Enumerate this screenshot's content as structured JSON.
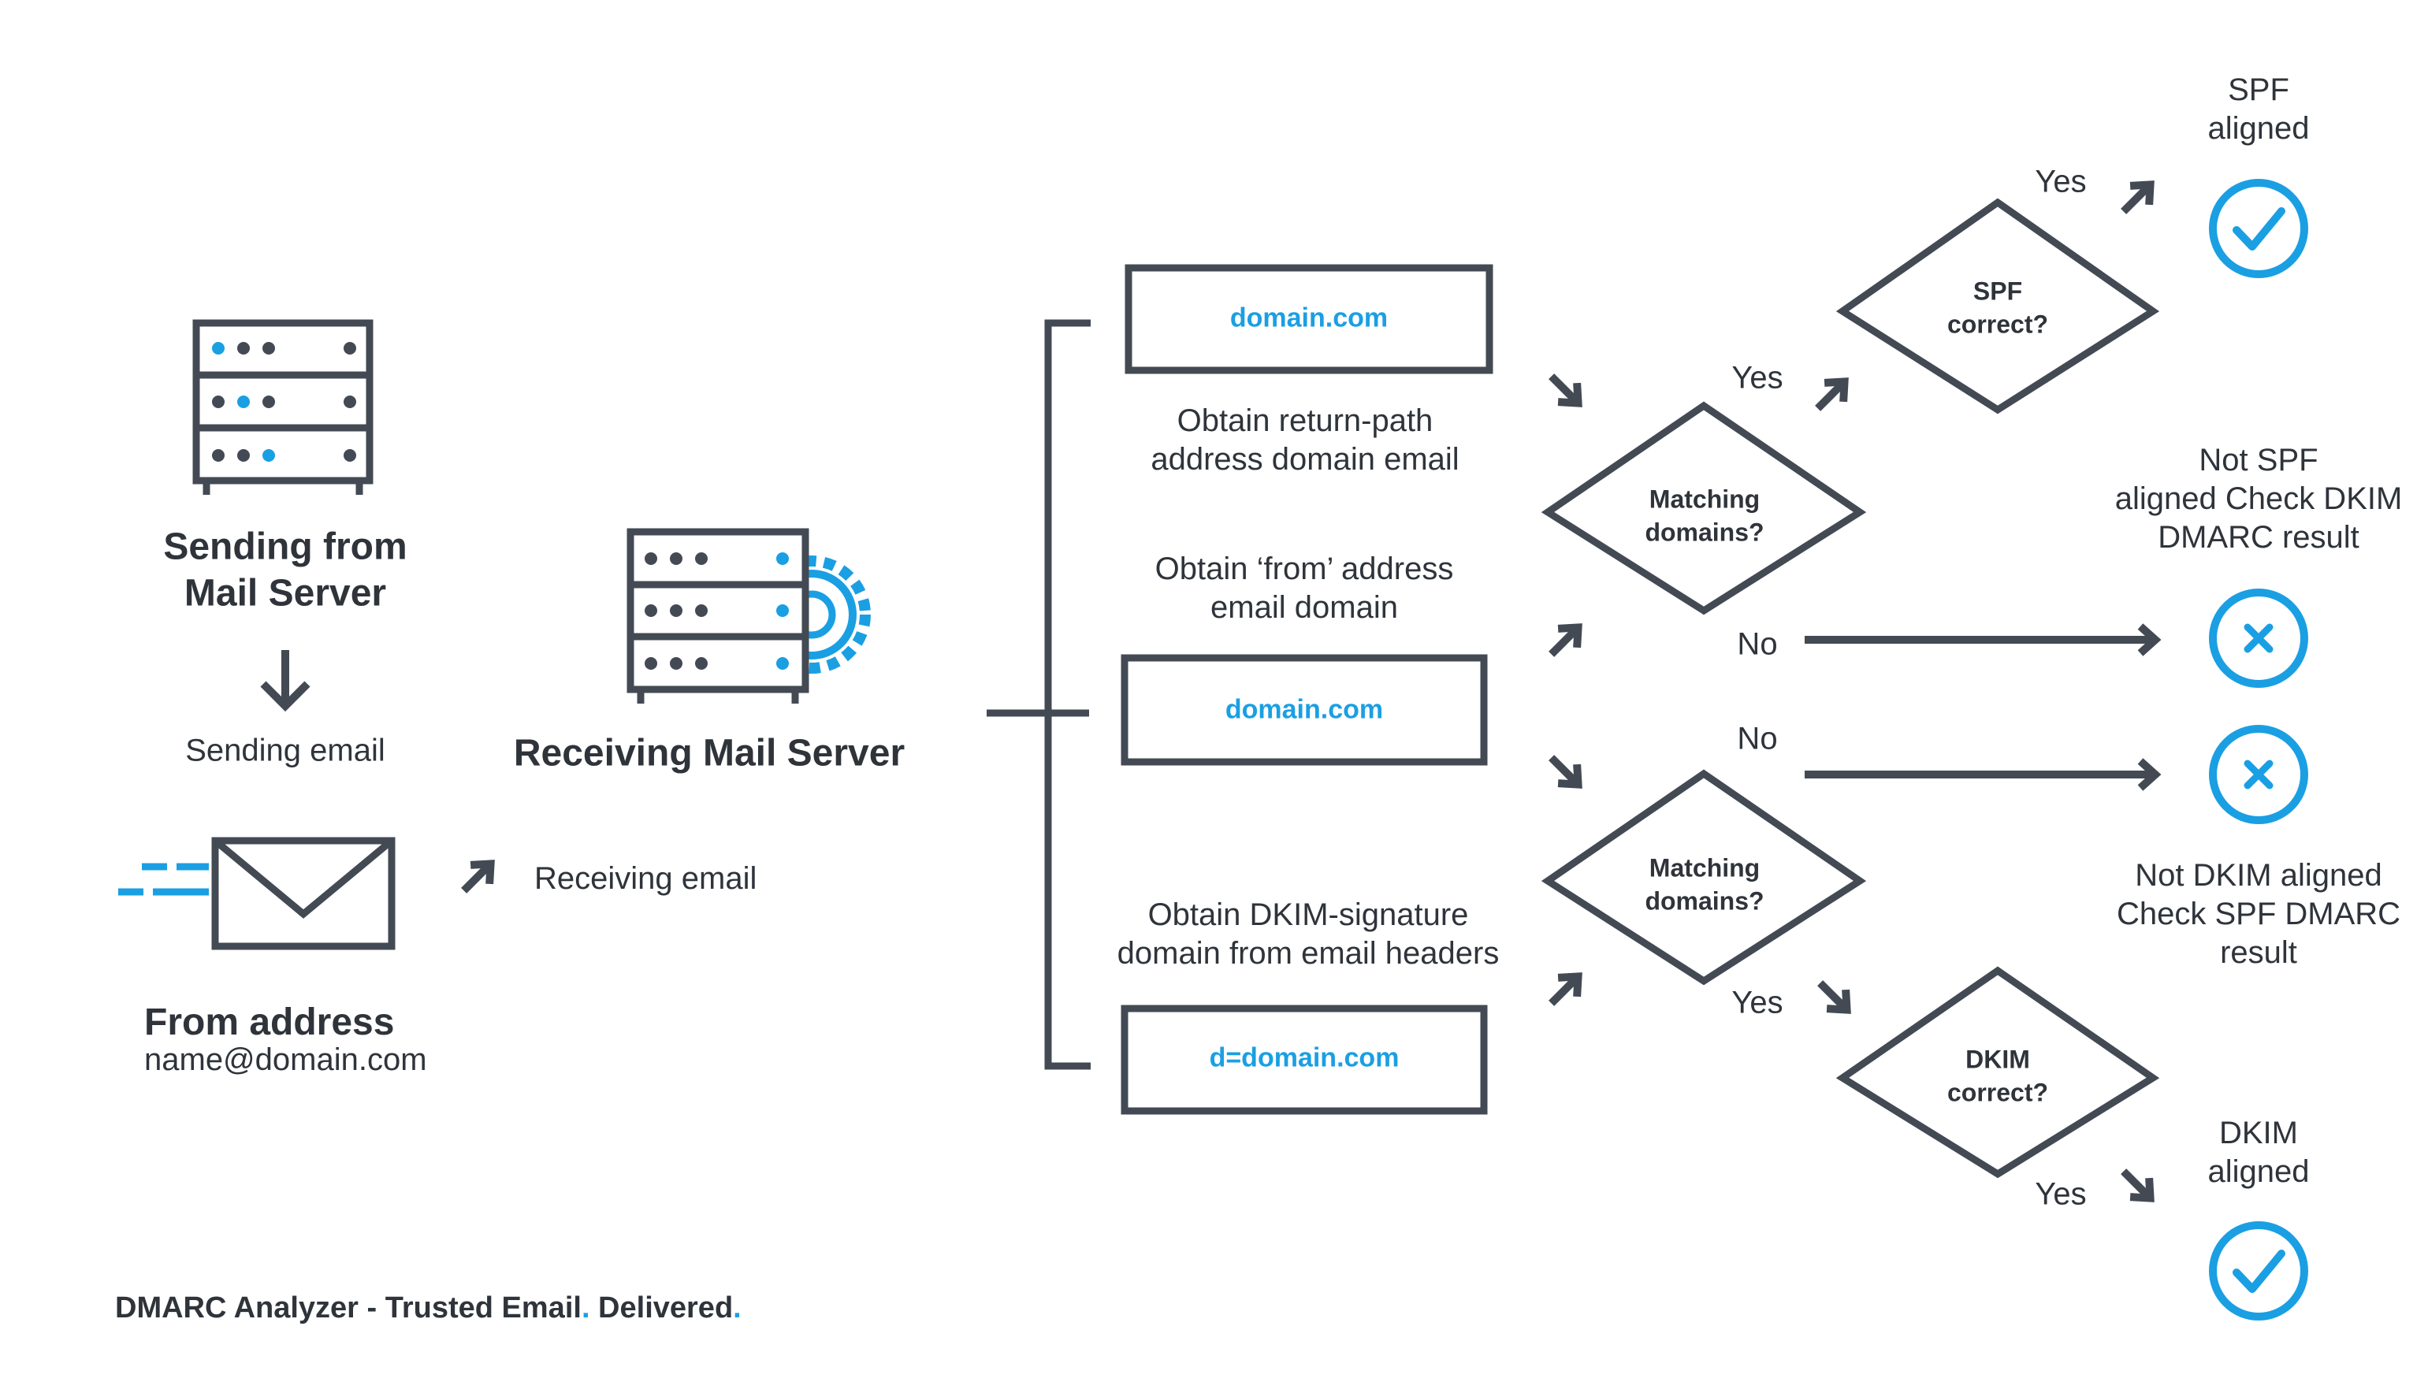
{
  "colors": {
    "stroke": "#434a54",
    "accent": "#1a9fe3",
    "text": "#2f343b"
  },
  "icons": [
    "sending-server-icon",
    "receiving-server-icon",
    "gear-icon",
    "envelope-icon",
    "down-arrow-icon",
    "diagonal-arrow-icon",
    "check-icon",
    "cross-icon"
  ],
  "sender": {
    "title_line1": "Sending from",
    "title_line2": "Mail Server",
    "sending_label": "Sending email",
    "from_title": "From address",
    "from_value": "name@domain.com",
    "receiving_label": "Receiving email"
  },
  "receiver": {
    "title": "Receiving Mail Server"
  },
  "domains": {
    "return_path_value": "domain.com",
    "return_path_caption_1": "Obtain return-path",
    "return_path_caption_2": "address domain email",
    "from_caption_1": "Obtain ‘from’ address",
    "from_caption_2": "email domain",
    "from_value": "domain.com",
    "dkim_caption_1": "Obtain DKIM-signature",
    "dkim_caption_2": "domain from email headers",
    "dkim_value": "d=domain.com"
  },
  "decisions": {
    "match1_line1": "Matching",
    "match1_line2": "domains?",
    "match2_line1": "Matching",
    "match2_line2": "domains?",
    "spf_line1": "SPF",
    "spf_line2": "correct?",
    "dkim_line1": "DKIM",
    "dkim_line2": "correct?"
  },
  "labels": {
    "yes_match1": "Yes",
    "no_match1": "No",
    "no_match2": "No",
    "yes_match2": "Yes",
    "yes_spf": "Yes",
    "yes_dkim": "Yes"
  },
  "results": {
    "spf_aligned_1": "SPF",
    "spf_aligned_2": "aligned",
    "not_spf_1": "Not SPF",
    "not_spf_2": "aligned Check DKIM",
    "not_spf_3": "DMARC result",
    "not_dkim_1": "Not DKIM aligned",
    "not_dkim_2": "Check SPF DMARC",
    "not_dkim_3": "result",
    "dkim_aligned_1": "DKIM",
    "dkim_aligned_2": "aligned"
  },
  "footer": {
    "part1": "DMARC Analyzer - Trusted Email",
    "dot1": ".",
    "part2": " Delivered",
    "dot2": "."
  }
}
